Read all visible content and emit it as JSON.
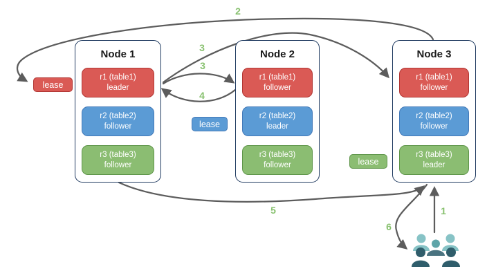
{
  "diagram": {
    "nodes": [
      {
        "title": "Node 1",
        "replicas": [
          {
            "name": "r1 (table1)",
            "role": "leader"
          },
          {
            "name": "r2 (table2)",
            "role": "follower"
          },
          {
            "name": "r3 (table3)",
            "role": "follower"
          }
        ]
      },
      {
        "title": "Node 2",
        "replicas": [
          {
            "name": "r1 (table1)",
            "role": "follower"
          },
          {
            "name": "r2 (table2)",
            "role": "leader"
          },
          {
            "name": "r3 (table3)",
            "role": "follower"
          }
        ]
      },
      {
        "title": "Node 3",
        "replicas": [
          {
            "name": "r1 (table1)",
            "role": "follower"
          },
          {
            "name": "r2 (table2)",
            "role": "follower"
          },
          {
            "name": "r3 (table3)",
            "role": "leader"
          }
        ]
      }
    ],
    "leases": [
      {
        "label": "lease",
        "color": "red"
      },
      {
        "label": "lease",
        "color": "blue"
      },
      {
        "label": "lease",
        "color": "green"
      }
    ],
    "steps": [
      {
        "number": "1"
      },
      {
        "number": "2"
      },
      {
        "number": "3"
      },
      {
        "number": "3"
      },
      {
        "number": "4"
      },
      {
        "number": "5"
      },
      {
        "number": "6"
      }
    ],
    "client": {
      "icon": "users-icon"
    },
    "colors": {
      "replica_red_fill": "#DA5A55",
      "replica_red_stroke": "#B13633",
      "replica_blue_fill": "#5B9BD5",
      "replica_blue_stroke": "#4379B8",
      "replica_green_fill": "#8BBD72",
      "replica_green_stroke": "#5E9549",
      "node_border": "#1F3A60",
      "arrow": "#5C5C5C",
      "step_label": "#88C16F",
      "client_light_teal": "#87C3C6",
      "client_mid_teal": "#5EA4A8",
      "client_slate": "#4A7380",
      "client_dark": "#2F5D6B"
    }
  }
}
